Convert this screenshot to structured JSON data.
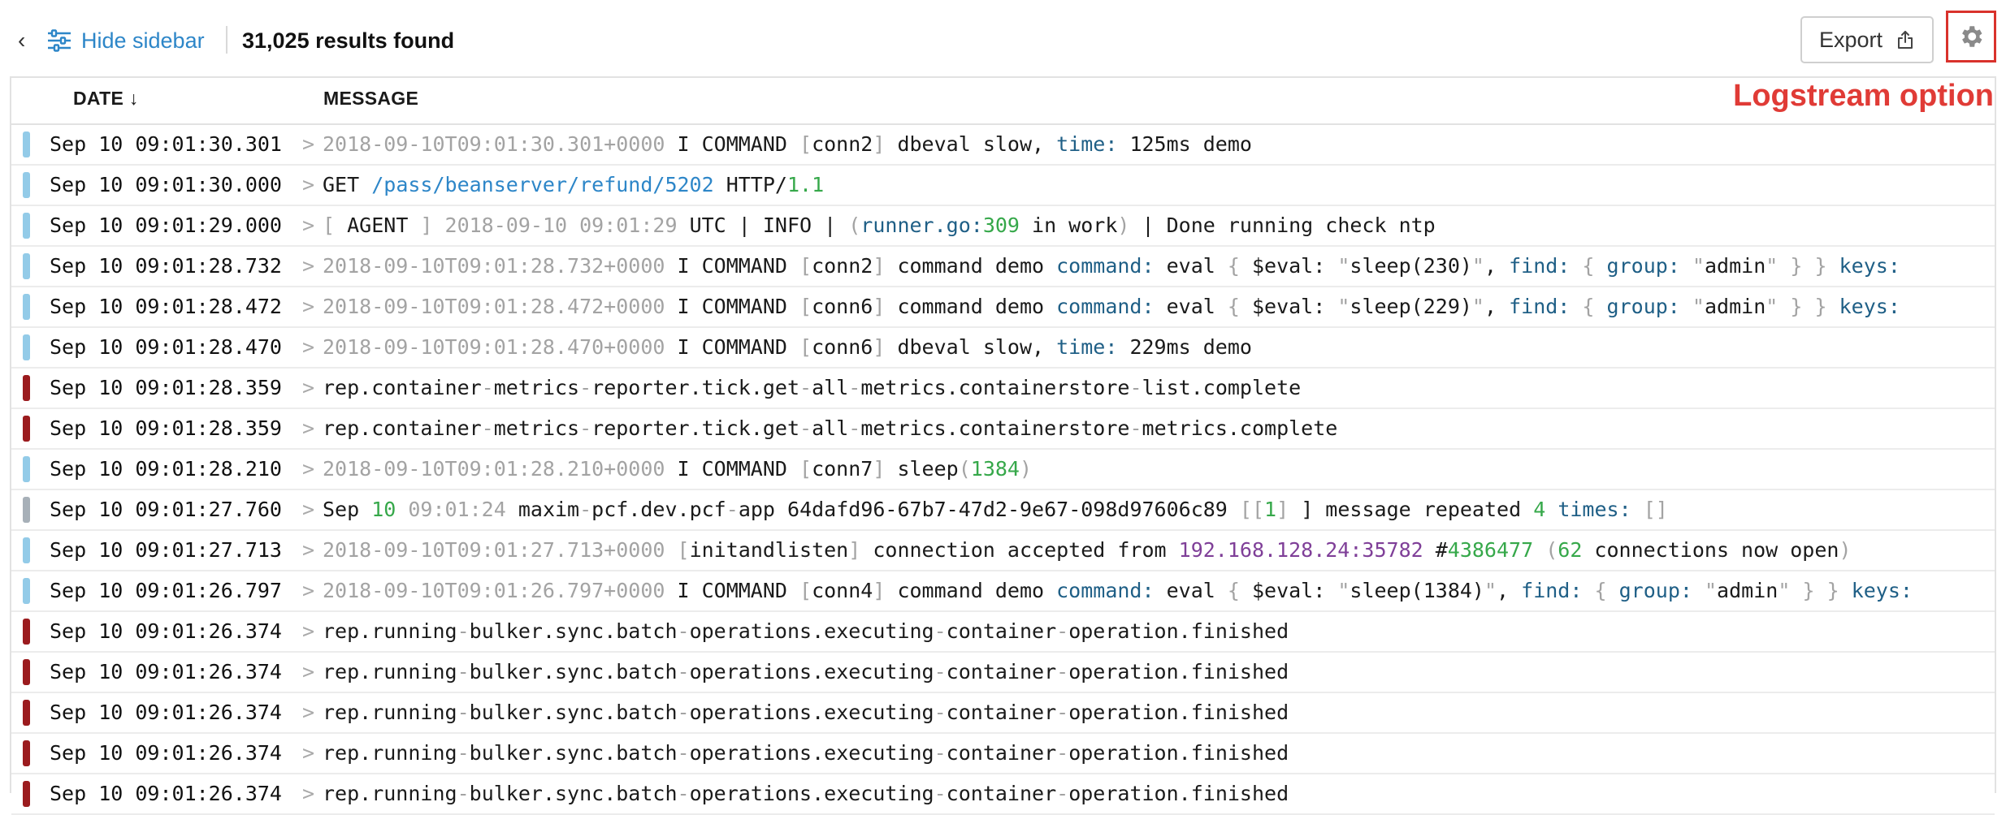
{
  "header": {
    "hide_sidebar_label": "Hide sidebar",
    "results_count": "31,025 results found",
    "export_label": "Export",
    "annotation": "Logstream option"
  },
  "columns": {
    "date": "DATE ↓",
    "message": "MESSAGE"
  },
  "status_colors": {
    "info": "#93cbe8",
    "error": "#9b1b1e",
    "debug": "#a7b0b8"
  },
  "rows": [
    {
      "date": "Sep 10 09:01:30.301",
      "status": "info",
      "tokens": [
        [
          "gray",
          "2018-09-10T09:01:30.301+0000 "
        ],
        [
          "plain",
          " I COMMAND "
        ],
        [
          "gray",
          "["
        ],
        [
          "plain",
          "conn2"
        ],
        [
          "gray",
          "]"
        ],
        [
          "plain",
          "  dbeval slow, "
        ],
        [
          "navy",
          "time:"
        ],
        [
          "plain",
          "  125ms  demo"
        ]
      ]
    },
    {
      "date": "Sep 10 09:01:30.000",
      "status": "info",
      "tokens": [
        [
          "plain",
          "GET "
        ],
        [
          "blue",
          "/pass/beanserver/refund/5202"
        ],
        [
          "plain",
          "  HTTP/"
        ],
        [
          "green",
          "1.1"
        ]
      ]
    },
    {
      "date": "Sep 10 09:01:29.000",
      "status": "info",
      "tokens": [
        [
          "gray",
          "[ "
        ],
        [
          "plain",
          "AGENT"
        ],
        [
          "gray",
          " ]  2018-09-10 09:01:29 "
        ],
        [
          "plain",
          " UTC | INFO | "
        ],
        [
          "gray",
          "("
        ],
        [
          "navy",
          "runner.go:"
        ],
        [
          "green",
          "309"
        ],
        [
          "plain",
          " in work"
        ],
        [
          "gray",
          ")"
        ],
        [
          "plain",
          "  | Done running check ntp"
        ]
      ]
    },
    {
      "date": "Sep 10 09:01:28.732",
      "status": "info",
      "tokens": [
        [
          "gray",
          "2018-09-10T09:01:28.732+0000 "
        ],
        [
          "plain",
          " I COMMAND "
        ],
        [
          "gray",
          "["
        ],
        [
          "plain",
          "conn2"
        ],
        [
          "gray",
          "]"
        ],
        [
          "plain",
          "  command demo "
        ],
        [
          "navy",
          "command:"
        ],
        [
          "plain",
          "  eval "
        ],
        [
          "gray",
          "{"
        ],
        [
          "plain",
          " $eval: "
        ],
        [
          "gray",
          "\""
        ],
        [
          "plain",
          "sleep(230)"
        ],
        [
          "gray",
          "\""
        ],
        [
          "plain",
          ", "
        ],
        [
          "navy",
          "find:"
        ],
        [
          "plain",
          " "
        ],
        [
          "gray",
          "{"
        ],
        [
          "plain",
          " "
        ],
        [
          "navy",
          "group:"
        ],
        [
          "plain",
          " "
        ],
        [
          "gray",
          "\""
        ],
        [
          "plain",
          "admin"
        ],
        [
          "gray",
          "\""
        ],
        [
          "plain",
          " "
        ],
        [
          "gray",
          "}"
        ],
        [
          "plain",
          " "
        ],
        [
          "gray",
          "}"
        ],
        [
          "plain",
          "  "
        ],
        [
          "navy",
          "keys:"
        ]
      ]
    },
    {
      "date": "Sep 10 09:01:28.472",
      "status": "info",
      "tokens": [
        [
          "gray",
          "2018-09-10T09:01:28.472+0000 "
        ],
        [
          "plain",
          " I COMMAND "
        ],
        [
          "gray",
          "["
        ],
        [
          "plain",
          "conn6"
        ],
        [
          "gray",
          "]"
        ],
        [
          "plain",
          "  command demo "
        ],
        [
          "navy",
          "command:"
        ],
        [
          "plain",
          "  eval "
        ],
        [
          "gray",
          "{"
        ],
        [
          "plain",
          " $eval: "
        ],
        [
          "gray",
          "\""
        ],
        [
          "plain",
          "sleep(229)"
        ],
        [
          "gray",
          "\""
        ],
        [
          "plain",
          ", "
        ],
        [
          "navy",
          "find:"
        ],
        [
          "plain",
          " "
        ],
        [
          "gray",
          "{"
        ],
        [
          "plain",
          " "
        ],
        [
          "navy",
          "group:"
        ],
        [
          "plain",
          " "
        ],
        [
          "gray",
          "\""
        ],
        [
          "plain",
          "admin"
        ],
        [
          "gray",
          "\""
        ],
        [
          "plain",
          " "
        ],
        [
          "gray",
          "}"
        ],
        [
          "plain",
          " "
        ],
        [
          "gray",
          "}"
        ],
        [
          "plain",
          "  "
        ],
        [
          "navy",
          "keys:"
        ]
      ]
    },
    {
      "date": "Sep 10 09:01:28.470",
      "status": "info",
      "tokens": [
        [
          "gray",
          "2018-09-10T09:01:28.470+0000 "
        ],
        [
          "plain",
          " I COMMAND "
        ],
        [
          "gray",
          "["
        ],
        [
          "plain",
          "conn6"
        ],
        [
          "gray",
          "]"
        ],
        [
          "plain",
          "  dbeval slow, "
        ],
        [
          "navy",
          "time:"
        ],
        [
          "plain",
          "  229ms  demo"
        ]
      ]
    },
    {
      "date": "Sep 10 09:01:28.359",
      "status": "error",
      "tokens": [
        [
          "plain",
          "rep.container"
        ],
        [
          "gray",
          "-"
        ],
        [
          "plain",
          "metrics"
        ],
        [
          "gray",
          "-"
        ],
        [
          "plain",
          "reporter.tick.get"
        ],
        [
          "gray",
          "-"
        ],
        [
          "plain",
          "all"
        ],
        [
          "gray",
          "-"
        ],
        [
          "plain",
          "metrics.containerstore"
        ],
        [
          "gray",
          "-"
        ],
        [
          "plain",
          "list.complete"
        ]
      ]
    },
    {
      "date": "Sep 10 09:01:28.359",
      "status": "error",
      "tokens": [
        [
          "plain",
          "rep.container"
        ],
        [
          "gray",
          "-"
        ],
        [
          "plain",
          "metrics"
        ],
        [
          "gray",
          "-"
        ],
        [
          "plain",
          "reporter.tick.get"
        ],
        [
          "gray",
          "-"
        ],
        [
          "plain",
          "all"
        ],
        [
          "gray",
          "-"
        ],
        [
          "plain",
          "metrics.containerstore"
        ],
        [
          "gray",
          "-"
        ],
        [
          "plain",
          "metrics.complete"
        ]
      ]
    },
    {
      "date": "Sep 10 09:01:28.210",
      "status": "info",
      "tokens": [
        [
          "gray",
          "2018-09-10T09:01:28.210+0000 "
        ],
        [
          "plain",
          " I COMMAND "
        ],
        [
          "gray",
          "["
        ],
        [
          "plain",
          "conn7"
        ],
        [
          "gray",
          "]"
        ],
        [
          "plain",
          "  sleep"
        ],
        [
          "gray",
          "("
        ],
        [
          "green",
          "1384"
        ],
        [
          "gray",
          ")"
        ]
      ]
    },
    {
      "date": "Sep 10 09:01:27.760",
      "status": "debug",
      "tokens": [
        [
          "plain",
          "Sep "
        ],
        [
          "green",
          "10"
        ],
        [
          "gray",
          "  09:01:24 "
        ],
        [
          "plain",
          " maxim"
        ],
        [
          "gray",
          "-"
        ],
        [
          "plain",
          "pcf.dev.pcf"
        ],
        [
          "gray",
          "-"
        ],
        [
          "plain",
          "app 64dafd96-67b7-47d2-9e67-098d97606c89 "
        ],
        [
          "gray",
          "[["
        ],
        [
          "green",
          "1"
        ],
        [
          "gray",
          "]"
        ],
        [
          "plain",
          " ] message repeated "
        ],
        [
          "green",
          "4"
        ],
        [
          "plain",
          "  "
        ],
        [
          "navy",
          "times:"
        ],
        [
          "plain",
          " "
        ],
        [
          "gray",
          "[]"
        ]
      ]
    },
    {
      "date": "Sep 10 09:01:27.713",
      "status": "info",
      "tokens": [
        [
          "gray",
          "2018-09-10T09:01:27.713+0000 "
        ],
        [
          "plain",
          " "
        ],
        [
          "gray",
          "["
        ],
        [
          "plain",
          "initandlisten"
        ],
        [
          "gray",
          "]"
        ],
        [
          "plain",
          "  connection accepted from "
        ],
        [
          "purple",
          "192.168.128.24:35782"
        ],
        [
          "plain",
          " #"
        ],
        [
          "green",
          "4386477"
        ],
        [
          "plain",
          "  "
        ],
        [
          "gray",
          "("
        ],
        [
          "green",
          "62"
        ],
        [
          "plain",
          " connections now open"
        ],
        [
          "gray",
          ")"
        ]
      ]
    },
    {
      "date": "Sep 10 09:01:26.797",
      "status": "info",
      "tokens": [
        [
          "gray",
          "2018-09-10T09:01:26.797+0000 "
        ],
        [
          "plain",
          " I COMMAND "
        ],
        [
          "gray",
          "["
        ],
        [
          "plain",
          "conn4"
        ],
        [
          "gray",
          "]"
        ],
        [
          "plain",
          "  command demo "
        ],
        [
          "navy",
          "command:"
        ],
        [
          "plain",
          "  eval "
        ],
        [
          "gray",
          "{"
        ],
        [
          "plain",
          " $eval: "
        ],
        [
          "gray",
          "\""
        ],
        [
          "plain",
          "sleep(1384)"
        ],
        [
          "gray",
          "\""
        ],
        [
          "plain",
          ", "
        ],
        [
          "navy",
          "find:"
        ],
        [
          "plain",
          " "
        ],
        [
          "gray",
          "{"
        ],
        [
          "plain",
          " "
        ],
        [
          "navy",
          "group:"
        ],
        [
          "plain",
          " "
        ],
        [
          "gray",
          "\""
        ],
        [
          "plain",
          "admin"
        ],
        [
          "gray",
          "\""
        ],
        [
          "plain",
          " "
        ],
        [
          "gray",
          "}"
        ],
        [
          "plain",
          " "
        ],
        [
          "gray",
          "}"
        ],
        [
          "plain",
          "  "
        ],
        [
          "navy",
          "keys:"
        ]
      ]
    },
    {
      "date": "Sep 10 09:01:26.374",
      "status": "error",
      "tokens": [
        [
          "plain",
          "rep.running"
        ],
        [
          "gray",
          "-"
        ],
        [
          "plain",
          "bulker.sync.batch"
        ],
        [
          "gray",
          "-"
        ],
        [
          "plain",
          "operations.executing"
        ],
        [
          "gray",
          "-"
        ],
        [
          "plain",
          "container"
        ],
        [
          "gray",
          "-"
        ],
        [
          "plain",
          "operation.finished"
        ]
      ]
    },
    {
      "date": "Sep 10 09:01:26.374",
      "status": "error",
      "tokens": [
        [
          "plain",
          "rep.running"
        ],
        [
          "gray",
          "-"
        ],
        [
          "plain",
          "bulker.sync.batch"
        ],
        [
          "gray",
          "-"
        ],
        [
          "plain",
          "operations.executing"
        ],
        [
          "gray",
          "-"
        ],
        [
          "plain",
          "container"
        ],
        [
          "gray",
          "-"
        ],
        [
          "plain",
          "operation.finished"
        ]
      ]
    },
    {
      "date": "Sep 10 09:01:26.374",
      "status": "error",
      "tokens": [
        [
          "plain",
          "rep.running"
        ],
        [
          "gray",
          "-"
        ],
        [
          "plain",
          "bulker.sync.batch"
        ],
        [
          "gray",
          "-"
        ],
        [
          "plain",
          "operations.executing"
        ],
        [
          "gray",
          "-"
        ],
        [
          "plain",
          "container"
        ],
        [
          "gray",
          "-"
        ],
        [
          "plain",
          "operation.finished"
        ]
      ]
    },
    {
      "date": "Sep 10 09:01:26.374",
      "status": "error",
      "tokens": [
        [
          "plain",
          "rep.running"
        ],
        [
          "gray",
          "-"
        ],
        [
          "plain",
          "bulker.sync.batch"
        ],
        [
          "gray",
          "-"
        ],
        [
          "plain",
          "operations.executing"
        ],
        [
          "gray",
          "-"
        ],
        [
          "plain",
          "container"
        ],
        [
          "gray",
          "-"
        ],
        [
          "plain",
          "operation.finished"
        ]
      ]
    },
    {
      "date": "Sep 10 09:01:26.374",
      "status": "error",
      "tokens": [
        [
          "plain",
          "rep.running"
        ],
        [
          "gray",
          "-"
        ],
        [
          "plain",
          "bulker.sync.batch"
        ],
        [
          "gray",
          "-"
        ],
        [
          "plain",
          "operations.executing"
        ],
        [
          "gray",
          "-"
        ],
        [
          "plain",
          "container"
        ],
        [
          "gray",
          "-"
        ],
        [
          "plain",
          "operation.finished"
        ]
      ]
    }
  ]
}
